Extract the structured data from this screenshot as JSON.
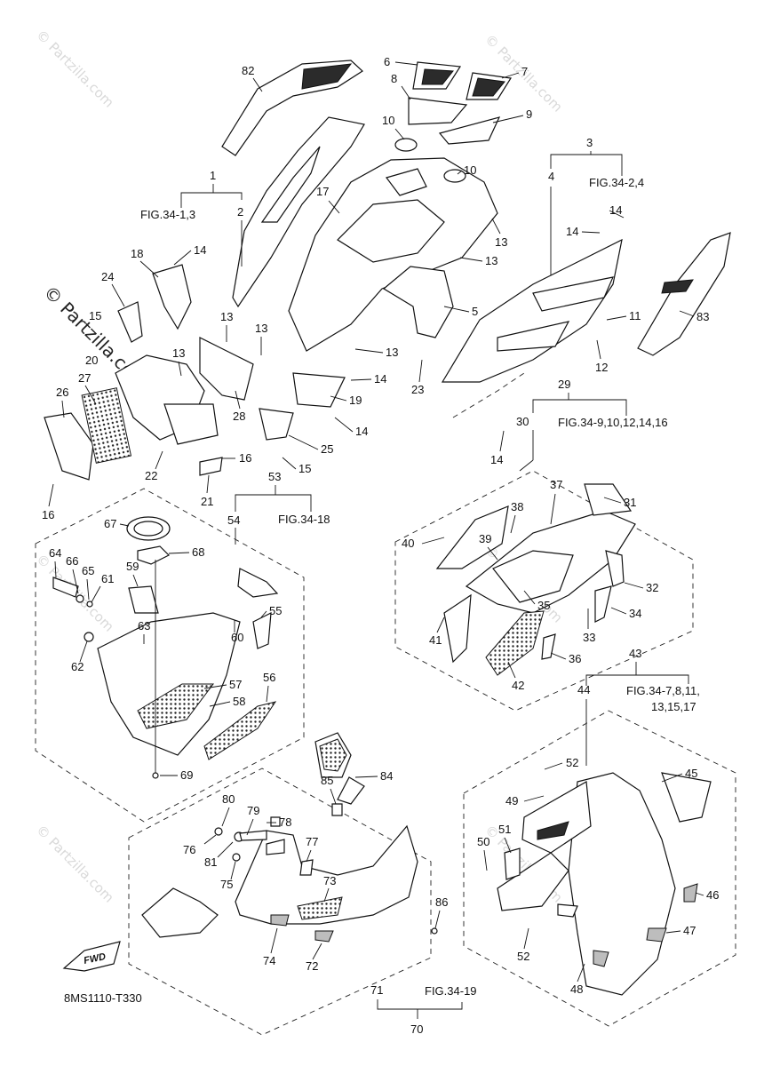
{
  "diagram": {
    "code": "8MS1110-T330",
    "fwd_label": "FWD",
    "watermark": "© Partzilla.com",
    "part_numbers": [
      "1",
      "2",
      "3",
      "4",
      "5",
      "6",
      "7",
      "8",
      "9",
      "10",
      "11",
      "12",
      "13",
      "14",
      "15",
      "16",
      "17",
      "18",
      "19",
      "20",
      "21",
      "22",
      "23",
      "24",
      "25",
      "26",
      "27",
      "28",
      "29",
      "30",
      "31",
      "32",
      "33",
      "34",
      "35",
      "36",
      "37",
      "38",
      "39",
      "40",
      "41",
      "42",
      "43",
      "44",
      "45",
      "46",
      "47",
      "48",
      "49",
      "50",
      "51",
      "52",
      "53",
      "54",
      "55",
      "56",
      "57",
      "58",
      "59",
      "60",
      "61",
      "62",
      "63",
      "64",
      "65",
      "66",
      "67",
      "68",
      "69",
      "70",
      "71",
      "72",
      "73",
      "74",
      "75",
      "76",
      "77",
      "78",
      "79",
      "80",
      "81",
      "82",
      "83",
      "84",
      "85",
      "86"
    ],
    "figure_refs": {
      "fig_1_3": "FIG.34-1,3",
      "fig_2_4": "FIG.34-2,4",
      "fig_9_16": "FIG.34-9,10,12,14,16",
      "fig_18": "FIG.34-18",
      "fig_7_11_a": "FIG.34-7,8,11,",
      "fig_7_11_b": "13,15,17",
      "fig_19": "FIG.34-19"
    }
  }
}
